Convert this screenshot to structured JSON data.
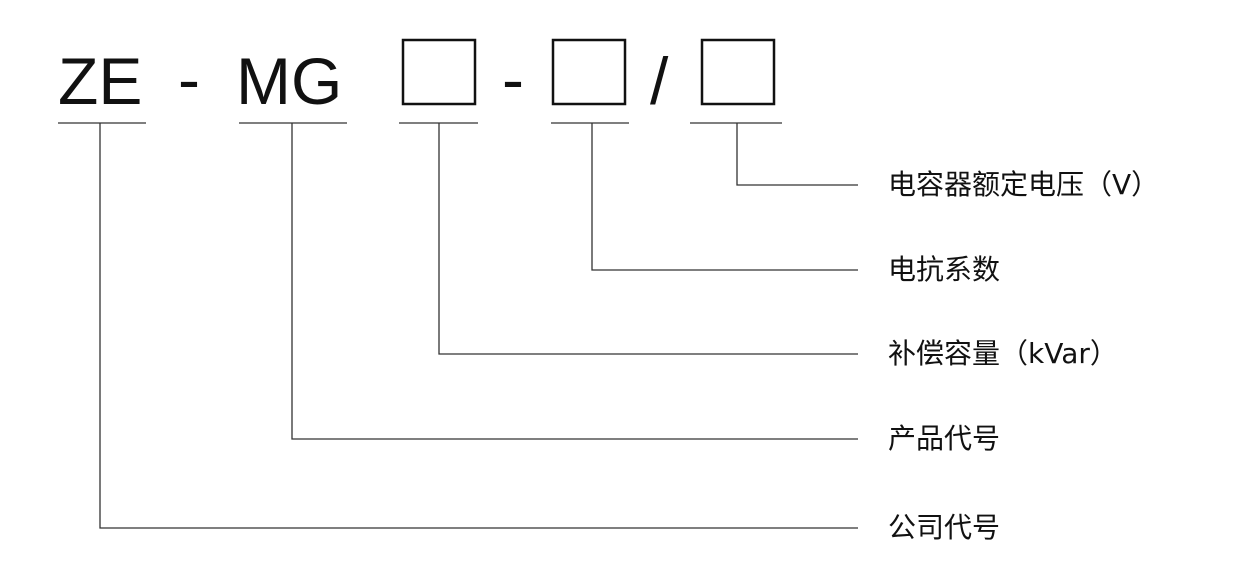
{
  "code": {
    "company": "ZE",
    "dash_1": "-",
    "product": "MG",
    "dash_2": "-",
    "slash": "/"
  },
  "legend": {
    "rated_voltage": "电容器额定电压（V）",
    "reactance_ratio": "电抗系数",
    "compensation_capacity": "补偿容量（kVar）",
    "product_code": "产品代号",
    "company_code": "公司代号"
  }
}
